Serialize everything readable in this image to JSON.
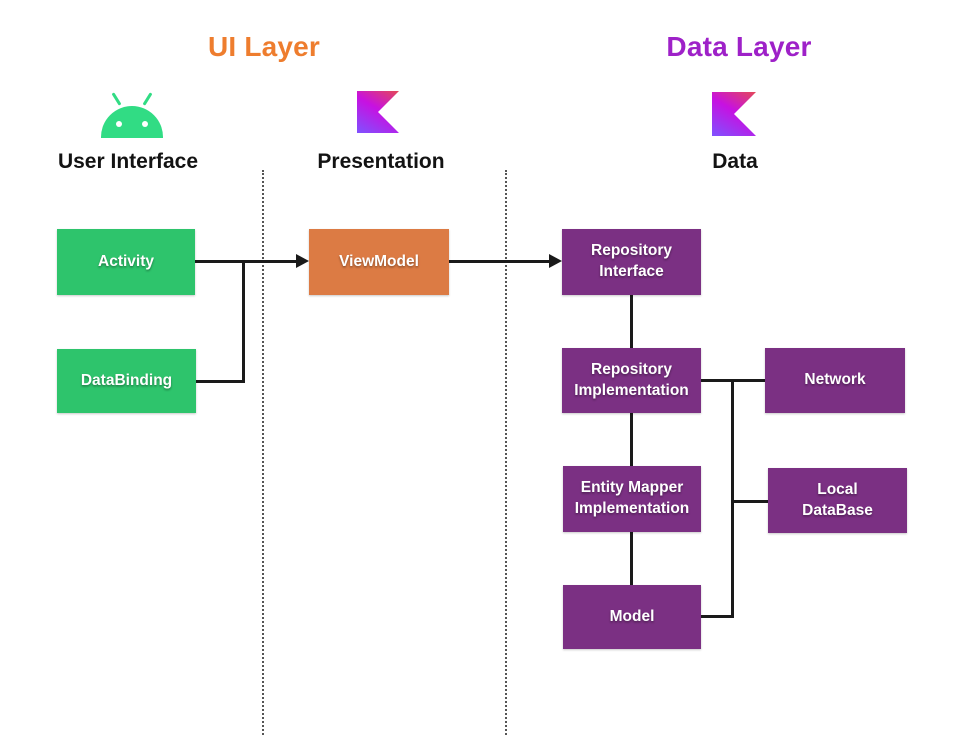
{
  "headers": {
    "ui_layer": "UI Layer",
    "data_layer": "Data Layer"
  },
  "sections": {
    "user_interface": "User Interface",
    "presentation": "Presentation",
    "data": "Data"
  },
  "icons": {
    "user_interface": "android-robot-icon",
    "presentation": "kotlin-logo-icon",
    "data": "kotlin-logo-icon"
  },
  "nodes": {
    "activity": "Activity",
    "databinding": "DataBinding",
    "viewmodel": "ViewModel",
    "repository_interface": "Repository\nInterface",
    "repository_implementation": "Repository\nImplementation",
    "entity_mapper_implementation": "Entity Mapper\nImplementation",
    "model": "Model",
    "network": "Network",
    "local_database": "Local\nDataBase"
  },
  "colors": {
    "ui_layer_heading": "#EE7D2E",
    "data_layer_heading": "#9E21C8",
    "ui_node": "#2EC46C",
    "presentation_node": "#DC7B44",
    "data_node": "#7B3083",
    "android_green": "#31DC84",
    "kotlin_gradient": [
      "#E44857",
      "#C711E1",
      "#7F52FF"
    ],
    "connector": "#1A1A1A"
  }
}
